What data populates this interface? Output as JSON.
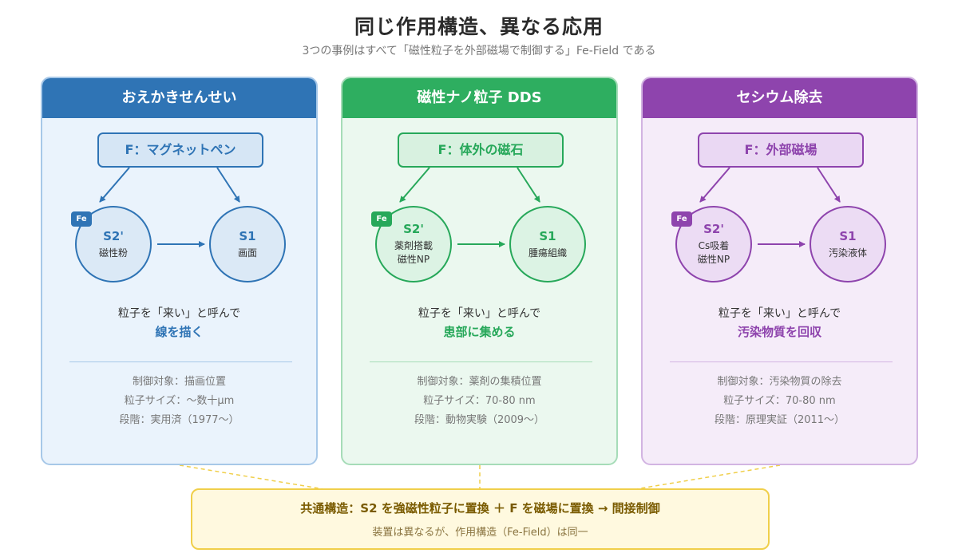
{
  "title": "同じ作用構造、異なる応用",
  "subtitle": "3つの事例はすべて「磁性粒子を外部磁場で制御する」Fe-Field である",
  "cards": [
    {
      "header": "おえかきせんせい",
      "f_label": "F：マグネットペン",
      "badge": "Fe",
      "s2_title": "S2'",
      "s2_sub": "磁性粉",
      "s1_title": "S1",
      "s1_sub": "画面",
      "desc_line1": "粒子を「来い」と呼んで",
      "desc_line2": "線を描く",
      "details": [
        "制御対象：描画位置",
        "粒子サイズ：〜数十μm",
        "段階：実用済（1977〜）"
      ],
      "colors": {
        "main": "#2f74b5",
        "header": "#2f74b5",
        "bg": "#eaf3fc",
        "border": "#a7c8e8",
        "box": "#d6e6f5",
        "circle": "#dbe9f6"
      }
    },
    {
      "header": "磁性ナノ粒子 DDS",
      "f_label": "F：体外の磁石",
      "badge": "Fe",
      "s2_title": "S2'",
      "s2_sub": "薬剤搭載\n磁性NP",
      "s1_title": "S1",
      "s1_sub": "腫瘍組織",
      "desc_line1": "粒子を「来い」と呼んで",
      "desc_line2": "患部に集める",
      "details": [
        "制御対象：薬剤の集積位置",
        "粒子サイズ：70-80 nm",
        "段階：動物実験（2009〜）"
      ],
      "colors": {
        "main": "#27a85a",
        "header": "#2eae60",
        "bg": "#ebf8ef",
        "border": "#a6dcb8",
        "box": "#d8f1e0",
        "circle": "#dcf3e4"
      }
    },
    {
      "header": "セシウム除去",
      "f_label": "F：外部磁場",
      "badge": "Fe",
      "s2_title": "S2'",
      "s2_sub": "Cs吸着\n磁性NP",
      "s1_title": "S1",
      "s1_sub": "汚染液体",
      "desc_line1": "粒子を「来い」と呼んで",
      "desc_line2": "汚染物質を回収",
      "details": [
        "制御対象：汚染物質の除去",
        "粒子サイズ：70-80 nm",
        "段階：原理実証（2011〜）"
      ],
      "colors": {
        "main": "#8e44ad",
        "header": "#8e44ad",
        "bg": "#f5ecf9",
        "border": "#d2b4e2",
        "box": "#ead8f3",
        "circle": "#ecdcf4"
      }
    }
  ],
  "common": {
    "line1": "共通構造：S2 を強磁性粒子に置換 ＋ F を磁場に置換 → 間接制御",
    "line2": "装置は異なるが、作用構造（Fe-Field）は同一"
  },
  "accent_colors": {
    "common_border": "#f0cf4a",
    "common_bg": "#fff9df",
    "dash": "#f0cf4a"
  }
}
